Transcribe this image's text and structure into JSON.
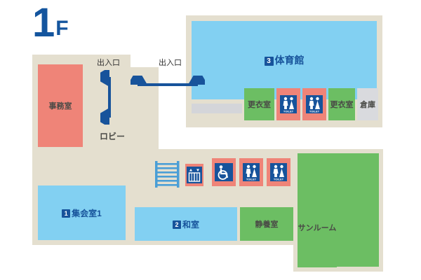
{
  "title": {
    "floor_number": "1",
    "floor_suffix": "F"
  },
  "colors": {
    "corridor": "#e4dfcf",
    "room_blue": "#82d0f2",
    "room_red": "#ef8478",
    "room_green": "#6cbe63",
    "room_grey": "#d9dade",
    "label_blue": "#17539b",
    "label_dark": "#4a4a46",
    "arrow_blue": "#17539b",
    "stairs_blue": "#4a9ed6"
  },
  "entrances": [
    {
      "label": "出入口",
      "direction": "vertical"
    },
    {
      "label": "出入口",
      "direction": "horizontal"
    }
  ],
  "corridor": {
    "lobby_label": "ロビー"
  },
  "rooms": [
    {
      "name": "事務室",
      "number": "",
      "color": "red"
    },
    {
      "name": "体育館",
      "number": "3",
      "color": "blue"
    },
    {
      "name": "更衣室",
      "number": "",
      "color": "green"
    },
    {
      "name": "更衣室",
      "number": "",
      "color": "green"
    },
    {
      "name": "倉庫",
      "number": "",
      "color": "grey"
    },
    {
      "name": "集会室1",
      "number": "1",
      "color": "blue"
    },
    {
      "name": "和室",
      "number": "2",
      "color": "blue"
    },
    {
      "name": "静養室",
      "number": "",
      "color": "green"
    },
    {
      "name": "サンルーム",
      "number": "",
      "color": "green"
    }
  ],
  "icons": [
    {
      "name": "stairs-icon",
      "label": ""
    },
    {
      "name": "elevator-icon",
      "label": ""
    },
    {
      "name": "wheelchair-accessible-icon",
      "label": ""
    },
    {
      "name": "toilet-icon",
      "label": "TOILET"
    },
    {
      "name": "toilet-icon",
      "label": "TOILET"
    },
    {
      "name": "toilet-icon-gym-1",
      "label": "TOILET"
    },
    {
      "name": "toilet-icon-gym-2",
      "label": "TOILET"
    }
  ]
}
